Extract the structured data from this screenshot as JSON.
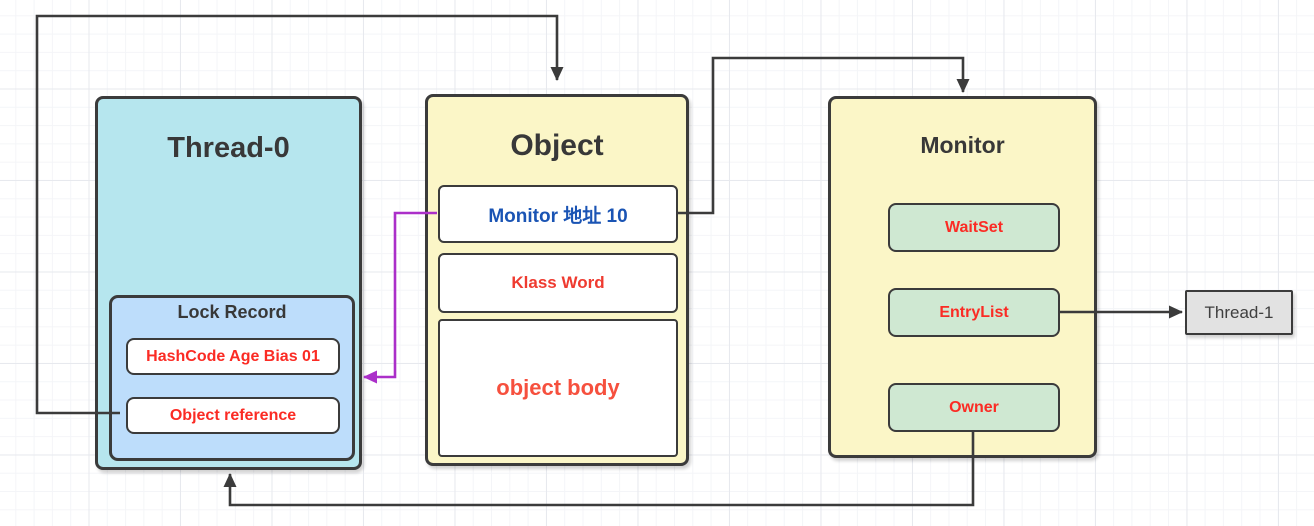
{
  "colors": {
    "thread0_fill": "#b6e6ee",
    "lock_record_fill": "#bdddfb",
    "yellow_fill": "#fbf6c7",
    "green_fill": "#cfe8d2",
    "gray_fill": "#e2e2e2",
    "border": "#3b3b3b",
    "red_label": "#fb2b24",
    "tomato_label": "#f6503e",
    "blue_label": "#1a54b4",
    "purple_wire": "#ab2fc9",
    "black_wire": "#3b3b3b"
  },
  "thread0": {
    "title": "Thread-0",
    "lock_record": {
      "title": "Lock Record",
      "hashcode_label": "HashCode Age Bias 01",
      "object_reference_label": "Object reference"
    }
  },
  "object": {
    "title": "Object",
    "monitor_addr_label": "Monitor 地址 10",
    "klass_word_label": "Klass Word",
    "object_body_label": "object body"
  },
  "monitor": {
    "title": "Monitor",
    "waitset_label": "WaitSet",
    "entrylist_label": "EntryList",
    "owner_label": "Owner"
  },
  "thread1": {
    "label": "Thread-1"
  }
}
